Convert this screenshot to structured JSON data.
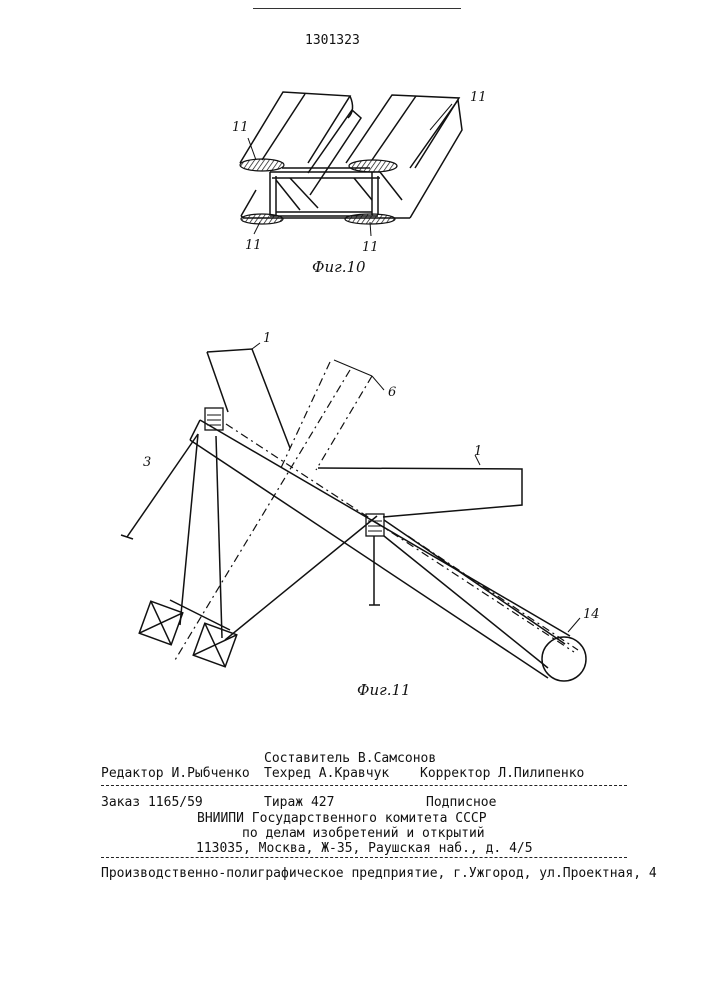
{
  "document": {
    "patent_number": "1301323"
  },
  "figures": {
    "fig10": {
      "caption": "Фиг.10",
      "labels": [
        "11",
        "11",
        "11",
        "11"
      ]
    },
    "fig11": {
      "caption": "Фиг.11",
      "labels": [
        "1",
        "6",
        "3",
        "1",
        "14"
      ]
    }
  },
  "imprint": {
    "compiler": "Составитель В.Самсонов",
    "editor": "Редактор И.Рыбченко",
    "techred": "Техред А.Кравчук",
    "corrector": "Корректор Л.Пилипенко",
    "order": "Заказ 1165/59",
    "circulation": "Тираж 427",
    "subscription": "Подписное",
    "org_line1": "ВНИИПИ Государственного комитета СССР",
    "org_line2": "по делам изобретений и открытий",
    "org_address": "113035, Москва, Ж-35, Раушская наб., д. 4/5",
    "printer": "Производственно-полиграфическое предприятие, г.Ужгород, ул.Проектная, 4"
  },
  "colors": {
    "ink": "#111111",
    "paper": "#ffffff"
  }
}
